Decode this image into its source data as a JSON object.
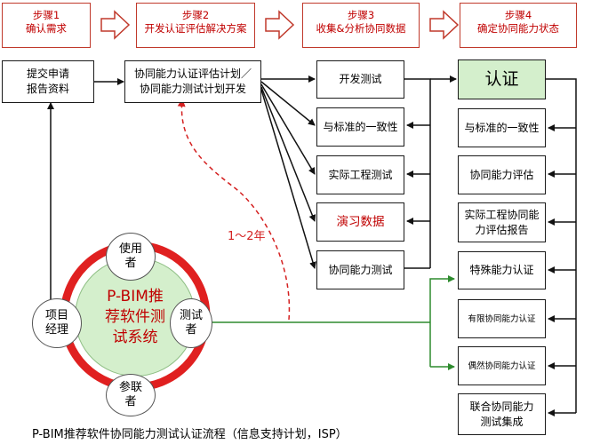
{
  "steps": [
    {
      "num": "步骤1",
      "title": "确认需求"
    },
    {
      "num": "步骤2",
      "title": "开发认证评估解决方案"
    },
    {
      "num": "步骤3",
      "title": "收集&分析协同数据"
    },
    {
      "num": "步骤4",
      "title": "确定协同能力状态"
    }
  ],
  "boxes": {
    "submit": "提交申请\n报告资料",
    "plan": "协同能力认证评估计划／\n协同能力测试计划开发",
    "col3": [
      "开发测试",
      "与标准的一致性",
      "实际工程测试",
      "演习数据",
      "协同能力测试"
    ],
    "col4": [
      "认证",
      "与标准的一致性",
      "协同能力评估",
      "实际工程协同能\n力评估报告",
      "特殊能力认证",
      "有限协同能力认证",
      "偶然协同能力认证",
      "联合协同能力\n测试集成"
    ]
  },
  "system": {
    "center": "P-BIM推\n荐软件测\n试系统",
    "roles": {
      "top": "使用\n者",
      "left": "项目\n经理",
      "right": "测试\n者",
      "bottom": "参联\n者"
    }
  },
  "loop_label": "1～2年",
  "caption": "P-BIM推荐软件协同能力测试认证流程（信息支持计划，ISP）",
  "colors": {
    "step_text": "#c00000",
    "loop": "#d42020",
    "ring": "#e02020",
    "center_fill": "#d4efcc",
    "cert_fill": "#d4efcc",
    "green_line": "#2e8b2e"
  }
}
